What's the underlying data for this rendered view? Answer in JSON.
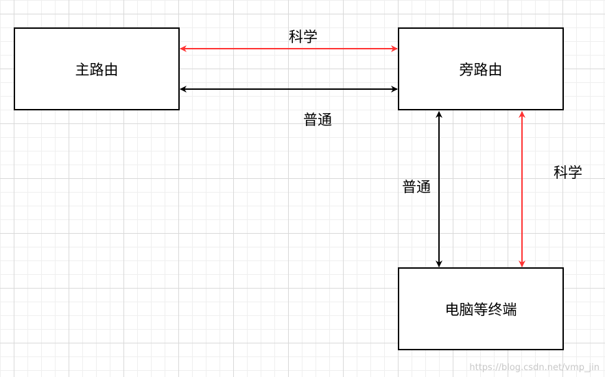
{
  "diagram": {
    "nodes": {
      "main_router": "主路由",
      "side_router": "旁路由",
      "computer": "电脑等终端"
    },
    "edge_labels": {
      "top_science": "科学",
      "top_normal": "普通",
      "right_normal": "普通",
      "right_science": "科学"
    },
    "colors": {
      "science_edge": "#ff3333",
      "normal_edge": "#000000"
    }
  },
  "watermark": "https://blog.csdn.net/vmp_jin"
}
